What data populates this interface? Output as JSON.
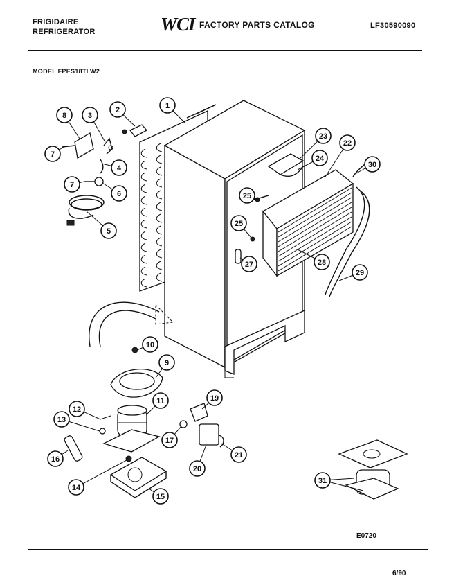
{
  "header": {
    "brand_line1": "FRIGIDAIRE",
    "brand_line2": "REFRIGERATOR",
    "logo": "WCI",
    "catalog_title": "FACTORY PARTS CATALOG",
    "catalog_number": "LF30590090",
    "model_label": "MODEL FPES18TLW2"
  },
  "callouts": [
    {
      "id": "c1",
      "num": "1"
    },
    {
      "id": "c2",
      "num": "2"
    },
    {
      "id": "c3",
      "num": "3"
    },
    {
      "id": "c4",
      "num": "4"
    },
    {
      "id": "c5",
      "num": "5"
    },
    {
      "id": "c6",
      "num": "6"
    },
    {
      "id": "c7a",
      "num": "7"
    },
    {
      "id": "c7b",
      "num": "7"
    },
    {
      "id": "c8",
      "num": "8"
    },
    {
      "id": "c9",
      "num": "9"
    },
    {
      "id": "c10",
      "num": "10"
    },
    {
      "id": "c11",
      "num": "11"
    },
    {
      "id": "c12",
      "num": "12"
    },
    {
      "id": "c13",
      "num": "13"
    },
    {
      "id": "c14",
      "num": "14"
    },
    {
      "id": "c15",
      "num": "15"
    },
    {
      "id": "c16",
      "num": "16"
    },
    {
      "id": "c17",
      "num": "17"
    },
    {
      "id": "c19",
      "num": "19"
    },
    {
      "id": "c20",
      "num": "20"
    },
    {
      "id": "c21",
      "num": "21"
    },
    {
      "id": "c22",
      "num": "22"
    },
    {
      "id": "c23",
      "num": "23"
    },
    {
      "id": "c24",
      "num": "24"
    },
    {
      "id": "c25a",
      "num": "25"
    },
    {
      "id": "c25b",
      "num": "25"
    },
    {
      "id": "c27",
      "num": "27"
    },
    {
      "id": "c28",
      "num": "28"
    },
    {
      "id": "c29",
      "num": "29"
    },
    {
      "id": "c30",
      "num": "30"
    },
    {
      "id": "c31",
      "num": "31"
    }
  ],
  "footer": {
    "drawing_code": "E0720",
    "date": "6/90"
  }
}
